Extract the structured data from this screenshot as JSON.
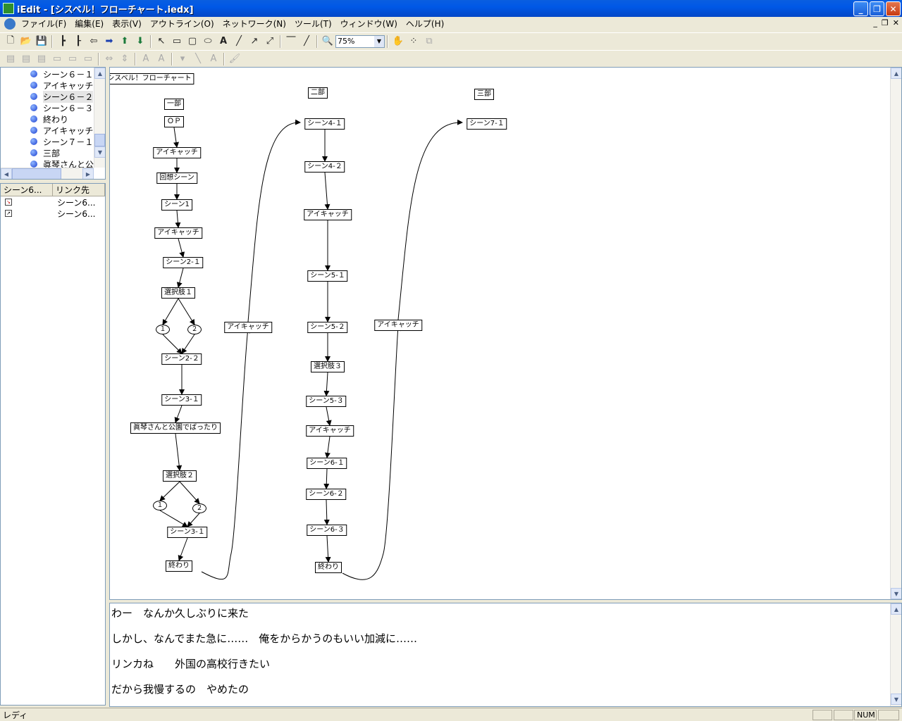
{
  "window": {
    "title": "iEdit - [シスベル！フローチャート.iedx]"
  },
  "menu": [
    "ファイル(F)",
    "編集(E)",
    "表示(V)",
    "アウトライン(O)",
    "ネットワーク(N)",
    "ツール(T)",
    "ウィンドウ(W)",
    "ヘルプ(H)"
  ],
  "toolbar": {
    "zoom": "75%"
  },
  "tree": {
    "items": [
      {
        "label": "シーン６－１"
      },
      {
        "label": "アイキャッチ"
      },
      {
        "label": "シーン６－２"
      },
      {
        "label": "シーン６－３"
      },
      {
        "label": "終わり"
      },
      {
        "label": "アイキャッチ"
      },
      {
        "label": "シーン７－１"
      },
      {
        "label": "三部"
      },
      {
        "label": "眞琴さんと公"
      }
    ]
  },
  "links": {
    "headers": [
      "シーン6...",
      "リンク先"
    ],
    "rows": [
      "シーン6...",
      "シーン6..."
    ]
  },
  "diagram": {
    "title": "シスベル！フローチャート",
    "nodes": [
      "一部",
      "ＯＰ",
      "アイキャッチ",
      "回想シーン",
      "シーン1",
      "アイキャッチ",
      "シーン2-１",
      "選択肢１",
      "１",
      "２",
      "シーン2-２",
      "シーン3-１",
      "眞琴さんと公園でばったり",
      "選択肢２",
      "１",
      "２",
      "シーン3-１",
      "終わり",
      "アイキャッチ",
      "二部",
      "シーン4-１",
      "シーン4-２",
      "アイキャッチ",
      "シーン5-１",
      "シーン5-２",
      "選択肢３",
      "シーン5-３",
      "アイキャッチ",
      "シーン6-１",
      "シーン6-２",
      "シーン6-３",
      "終わり",
      "アイキャッチ",
      "三部",
      "シーン7-１"
    ]
  },
  "text": {
    "lines": [
      "わー　なんか久しぶりに来た",
      "しかし、なんでまた急に……　俺をからかうのもいい加減に……",
      "リンカね　　外国の高校行きたい",
      "だから我慢するの　やめたの"
    ]
  },
  "status": {
    "text": "レディ",
    "num": "NUM"
  }
}
